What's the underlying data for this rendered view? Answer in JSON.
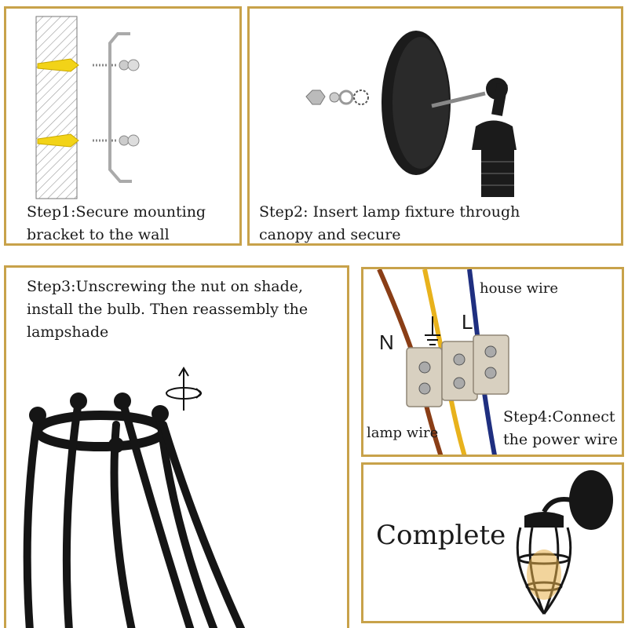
{
  "steps": [
    {
      "caption": "Step1:Secure mounting\nbracket to the wall"
    },
    {
      "caption": "Step2: Insert lamp fixture through\ncanopy and secure"
    },
    {
      "caption": "Step3:Unscrewing the nut on shade,\ninstall the bulb. Then reassembly the\nlampshade"
    },
    {
      "caption": "Step4:Connect\nthe power wire"
    }
  ],
  "wiring": {
    "house_wire": "house wire",
    "lamp_wire": "lamp wire",
    "neutral": "N",
    "live": "L"
  },
  "complete": "Complete",
  "colors": {
    "border": "#c8a24a",
    "wire_brown": "#8a3e16",
    "wire_yellow": "#e8b21c",
    "wire_blue": "#1f2f80",
    "anchor_yellow": "#f2d318"
  }
}
